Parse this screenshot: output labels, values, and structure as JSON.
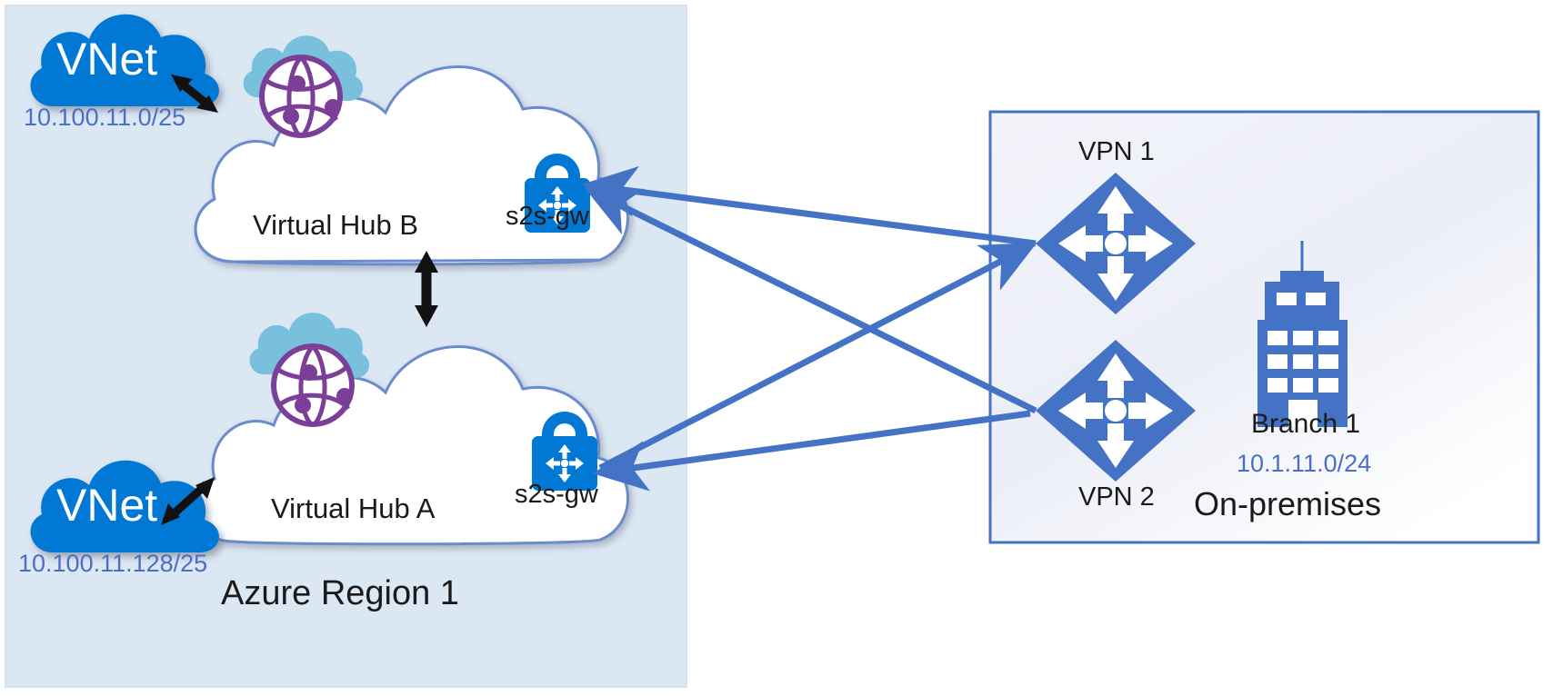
{
  "diagram": {
    "title": "Azure Virtual WAN site-to-site VPN to on-premises branch",
    "type": "network-architecture"
  },
  "colors": {
    "azure_blue": "#0078d4",
    "region_fill": "#dce7f4",
    "hub_cloud_fill": "#ffffff",
    "hub_cloud_stroke": "#6a8ccb",
    "wan_cloud_fill": "#79c0dd",
    "globe_purple": "#7b3f98",
    "connector_blue": "#4472c4",
    "onprem_fill": "#eef0f8",
    "onprem_stroke": "#4472c4",
    "cidr_text": "#4a6fc4",
    "label_text": "#1a1a1a",
    "peering_arrow": "#000000"
  },
  "azure_region": {
    "label": "Azure Region 1",
    "vnets": [
      {
        "name": "VNet",
        "cidr": "10.100.11.0/25",
        "peered_hub": "Virtual Hub B"
      },
      {
        "name": "VNet",
        "cidr": "10.100.11.128/25",
        "peered_hub": "Virtual Hub A"
      }
    ],
    "hubs": [
      {
        "name": "Virtual Hub B",
        "gateway": {
          "label": "s2s-gw",
          "icon": "vpn-gateway-lock-icon"
        },
        "icon": "virtual-wan-globe-icon"
      },
      {
        "name": "Virtual Hub A",
        "gateway": {
          "label": "s2s-gw",
          "icon": "vpn-gateway-lock-icon"
        },
        "icon": "virtual-wan-globe-icon"
      }
    ],
    "hub_to_hub": {
      "label": "",
      "icon": "bidirectional-arrow-icon"
    }
  },
  "on_premises": {
    "label": "On-premises",
    "branch": {
      "name": "Branch 1",
      "cidr": "10.1.11.0/24",
      "icon": "office-building-icon"
    },
    "vpn_devices": [
      {
        "label": "VPN 1",
        "icon": "vpn-device-diamond-icon"
      },
      {
        "label": "VPN 2",
        "icon": "vpn-device-diamond-icon"
      }
    ]
  },
  "connections": [
    {
      "from": "Virtual Hub B s2s-gw",
      "to": "VPN 1",
      "style": "arrow"
    },
    {
      "from": "Virtual Hub B s2s-gw",
      "to": "VPN 2",
      "style": "arrow"
    },
    {
      "from": "Virtual Hub A s2s-gw",
      "to": "VPN 1",
      "style": "arrow"
    },
    {
      "from": "Virtual Hub A s2s-gw",
      "to": "VPN 2",
      "style": "arrow"
    }
  ]
}
